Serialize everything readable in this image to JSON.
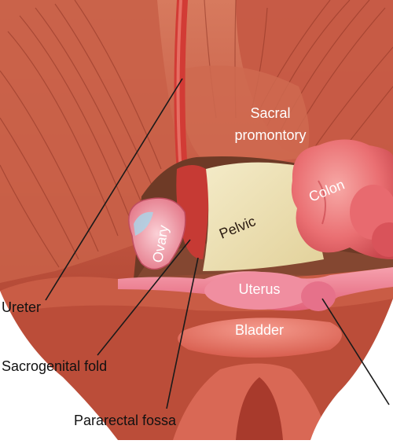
{
  "labels": {
    "sacral_promontory_line1": "Sacral",
    "sacral_promontory_line2": "promontory",
    "colon": "Colon",
    "pelvic": "Pelvic",
    "ovary": "Ovary",
    "uterus": "Uterus",
    "bladder": "Bladder",
    "ureter": "Ureter",
    "sacrogenital_fold": "Sacrogenital fold",
    "pararectal_fossa": "Pararectal fossa"
  },
  "colors": {
    "muscle": "#c65a44",
    "muscle_dark": "#8e3424",
    "tissue_pink": "#e86f76",
    "tissue_light": "#f29a9c",
    "pelvic_cream": "#efe2b6",
    "cavity_dark": "#6e3a26",
    "leader_line": "#1a1a1a"
  }
}
